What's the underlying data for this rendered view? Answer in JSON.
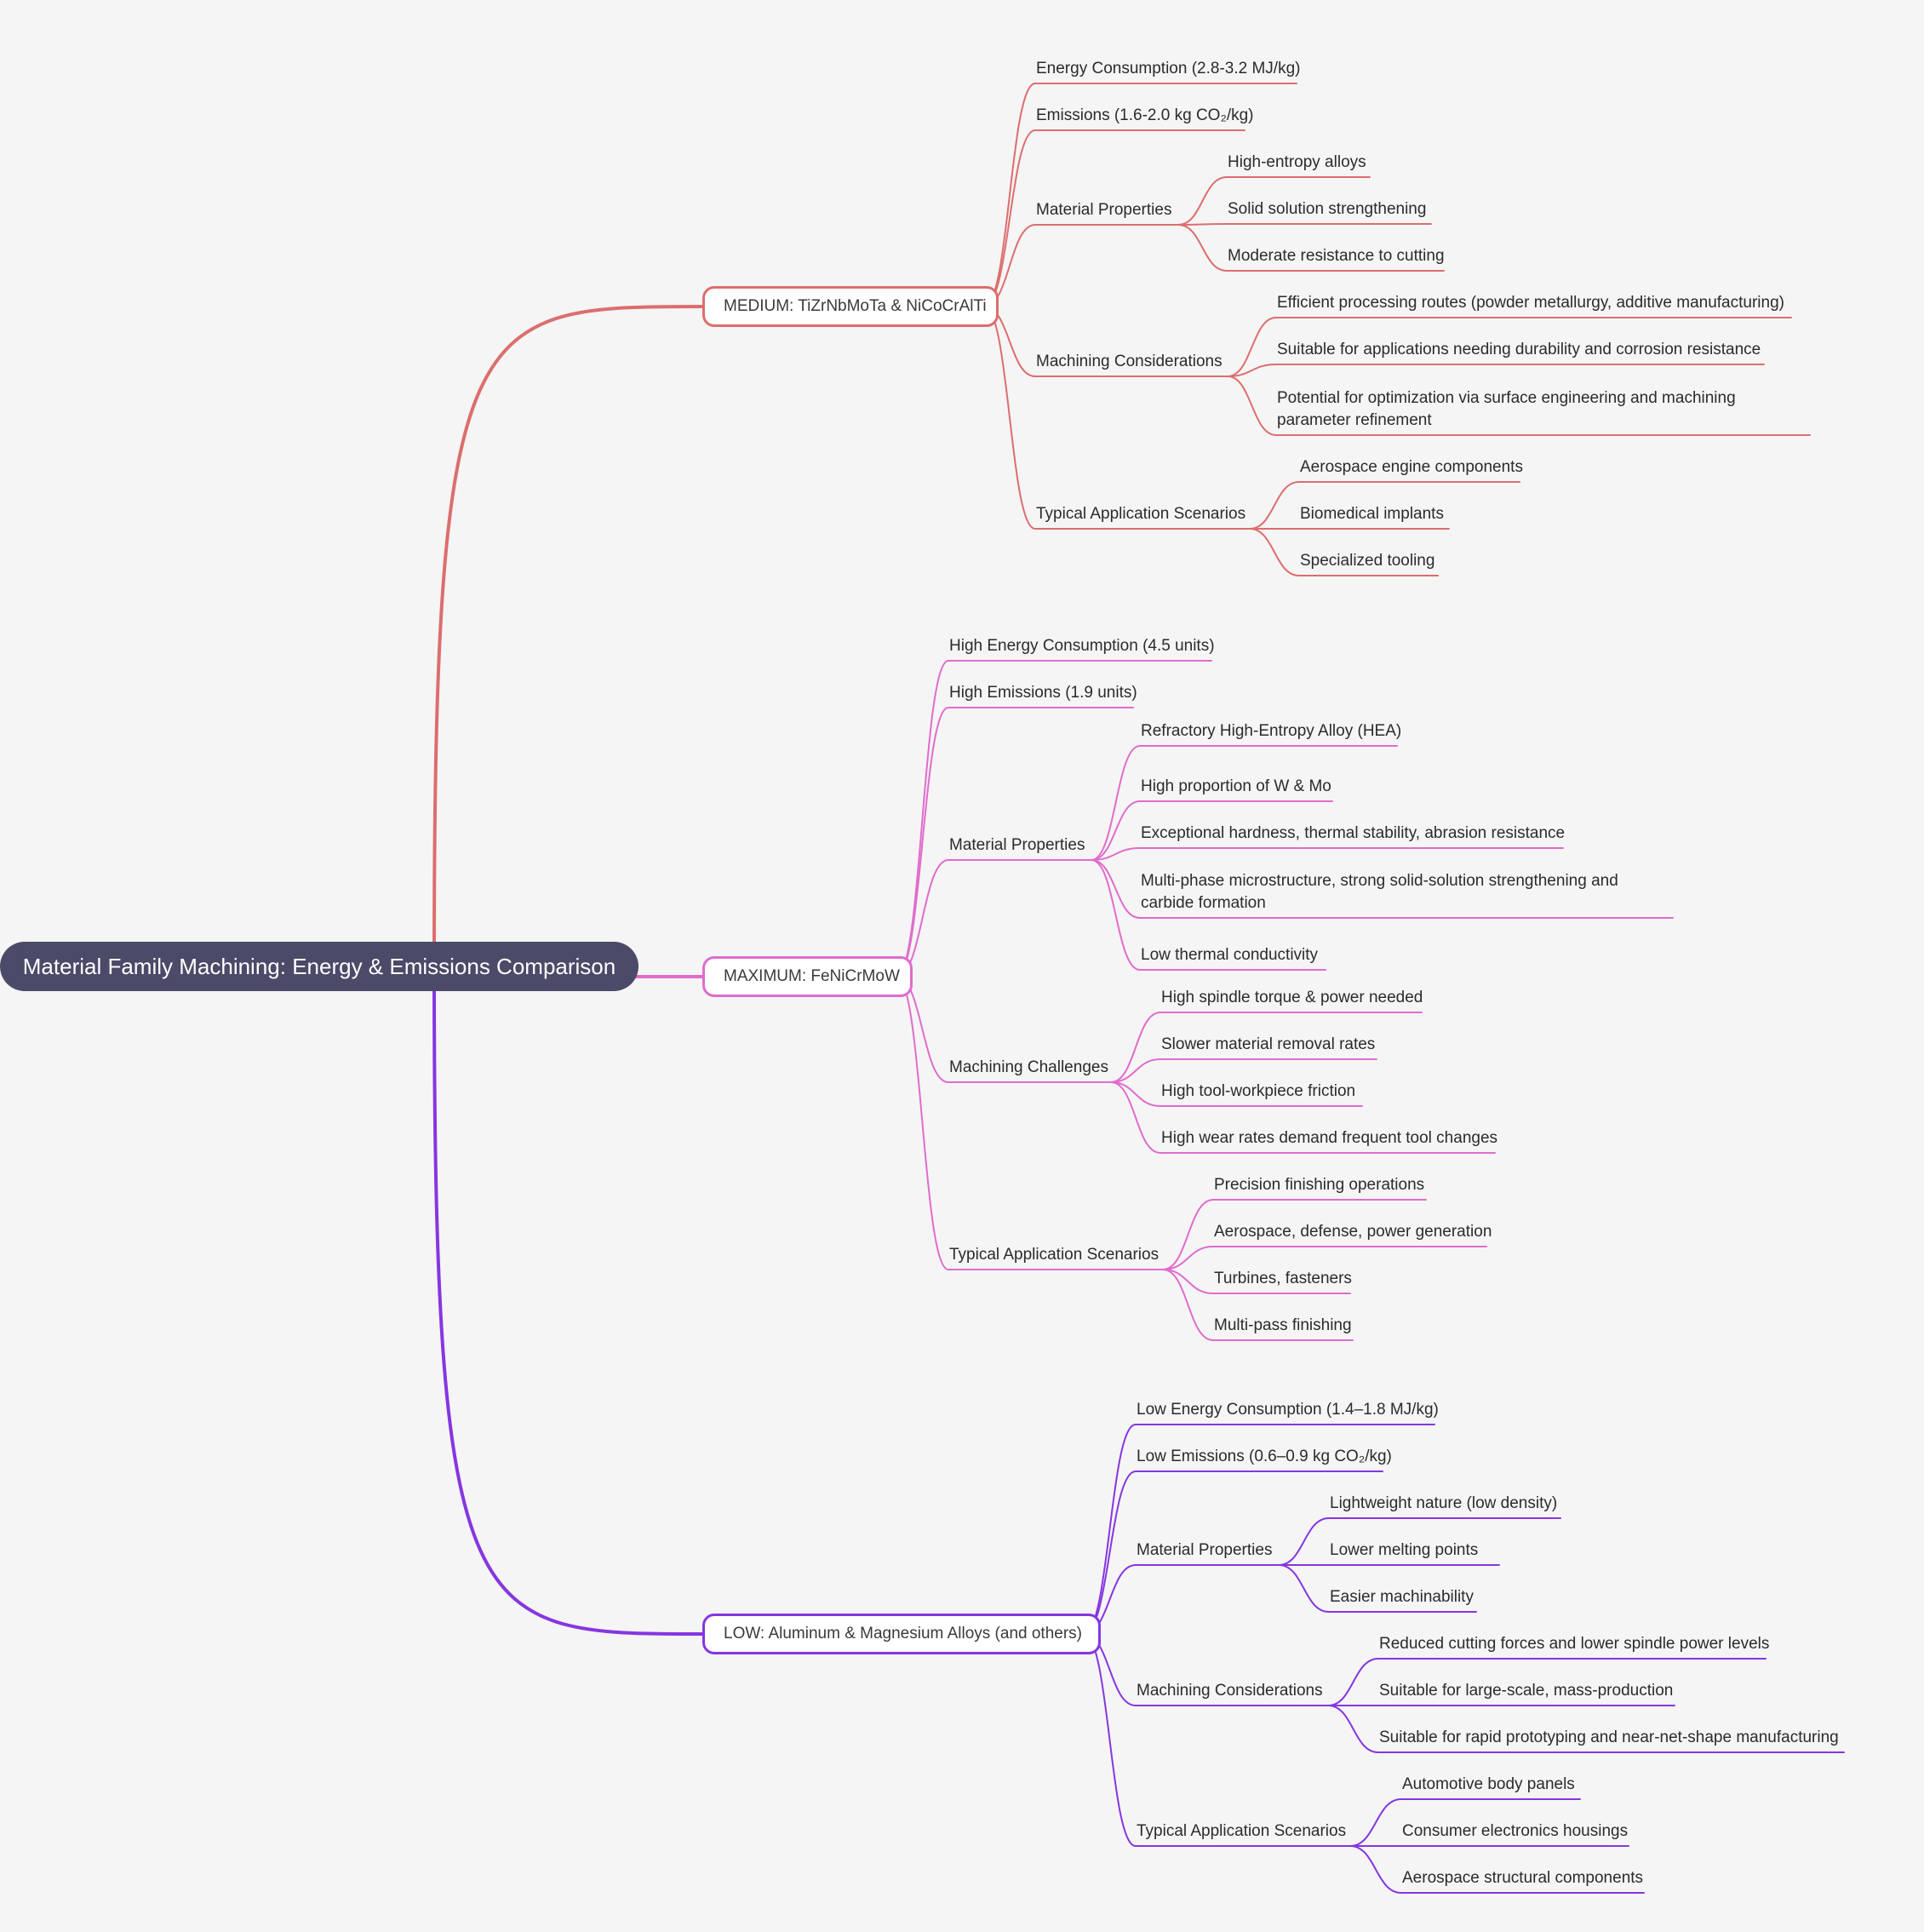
{
  "title": "Material Family Machining: Energy & Emissions Comparison",
  "colors": {
    "root": "#4b4a68",
    "medium": "#dc6e6e",
    "maximum": "#e06ccd",
    "low": "#8636e0",
    "background": "#f5f5f5"
  },
  "branches": [
    {
      "key": "medium",
      "label": "MEDIUM: TiZrNbMoTa & NiCoCrAlTi",
      "color": "#dc6e6e",
      "children": [
        {
          "label": "Energy Consumption (2.8-3.2 MJ/kg)",
          "children": []
        },
        {
          "label": "Emissions (1.6-2.0 kg CO₂/kg)",
          "children": []
        },
        {
          "label": "Material Properties",
          "children": [
            {
              "label": "High-entropy alloys"
            },
            {
              "label": "Solid solution strengthening"
            },
            {
              "label": "Moderate resistance to cutting"
            }
          ]
        },
        {
          "label": "Machining Considerations",
          "children": [
            {
              "label": "Efficient processing routes (powder metallurgy, additive manufacturing)"
            },
            {
              "label": "Suitable for applications needing durability and corrosion resistance"
            },
            {
              "label": "Potential for optimization via surface engineering and machining parameter refinement"
            }
          ]
        },
        {
          "label": "Typical Application Scenarios",
          "children": [
            {
              "label": "Aerospace engine components"
            },
            {
              "label": "Biomedical implants"
            },
            {
              "label": "Specialized tooling"
            }
          ]
        }
      ]
    },
    {
      "key": "maximum",
      "label": "MAXIMUM: FeNiCrMoW",
      "color": "#e06ccd",
      "children": [
        {
          "label": "High Energy Consumption (4.5 units)",
          "children": []
        },
        {
          "label": "High Emissions (1.9 units)",
          "children": []
        },
        {
          "label": "Material Properties",
          "children": [
            {
              "label": "Refractory High-Entropy Alloy (HEA)"
            },
            {
              "label": "High proportion of W & Mo"
            },
            {
              "label": "Exceptional hardness, thermal stability, abrasion resistance"
            },
            {
              "label": "Multi-phase microstructure, strong solid-solution strengthening and carbide formation"
            },
            {
              "label": "Low thermal conductivity"
            }
          ]
        },
        {
          "label": "Machining Challenges",
          "children": [
            {
              "label": "High spindle torque & power needed"
            },
            {
              "label": "Slower material removal rates"
            },
            {
              "label": "High tool-workpiece friction"
            },
            {
              "label": "High wear rates demand frequent tool changes"
            }
          ]
        },
        {
          "label": "Typical Application Scenarios",
          "children": [
            {
              "label": "Precision finishing operations"
            },
            {
              "label": "Aerospace, defense, power generation"
            },
            {
              "label": "Turbines, fasteners"
            },
            {
              "label": "Multi-pass finishing"
            }
          ]
        }
      ]
    },
    {
      "key": "low",
      "label": "LOW: Aluminum & Magnesium Alloys (and others)",
      "color": "#8636e0",
      "children": [
        {
          "label": "Low Energy Consumption (1.4–1.8 MJ/kg)",
          "children": []
        },
        {
          "label": "Low Emissions (0.6–0.9 kg CO₂/kg)",
          "children": []
        },
        {
          "label": "Material Properties",
          "children": [
            {
              "label": "Lightweight nature (low density)"
            },
            {
              "label": "Lower melting points"
            },
            {
              "label": "Easier machinability"
            }
          ]
        },
        {
          "label": "Machining Considerations",
          "children": [
            {
              "label": "Reduced cutting forces and lower spindle power levels"
            },
            {
              "label": "Suitable for large-scale, mass-production"
            },
            {
              "label": "Suitable for rapid prototyping and near-net-shape manufacturing"
            }
          ]
        },
        {
          "label": "Typical Application Scenarios",
          "children": [
            {
              "label": "Automotive body panels"
            },
            {
              "label": "Consumer electronics housings"
            },
            {
              "label": "Aerospace structural components"
            }
          ]
        }
      ]
    }
  ]
}
